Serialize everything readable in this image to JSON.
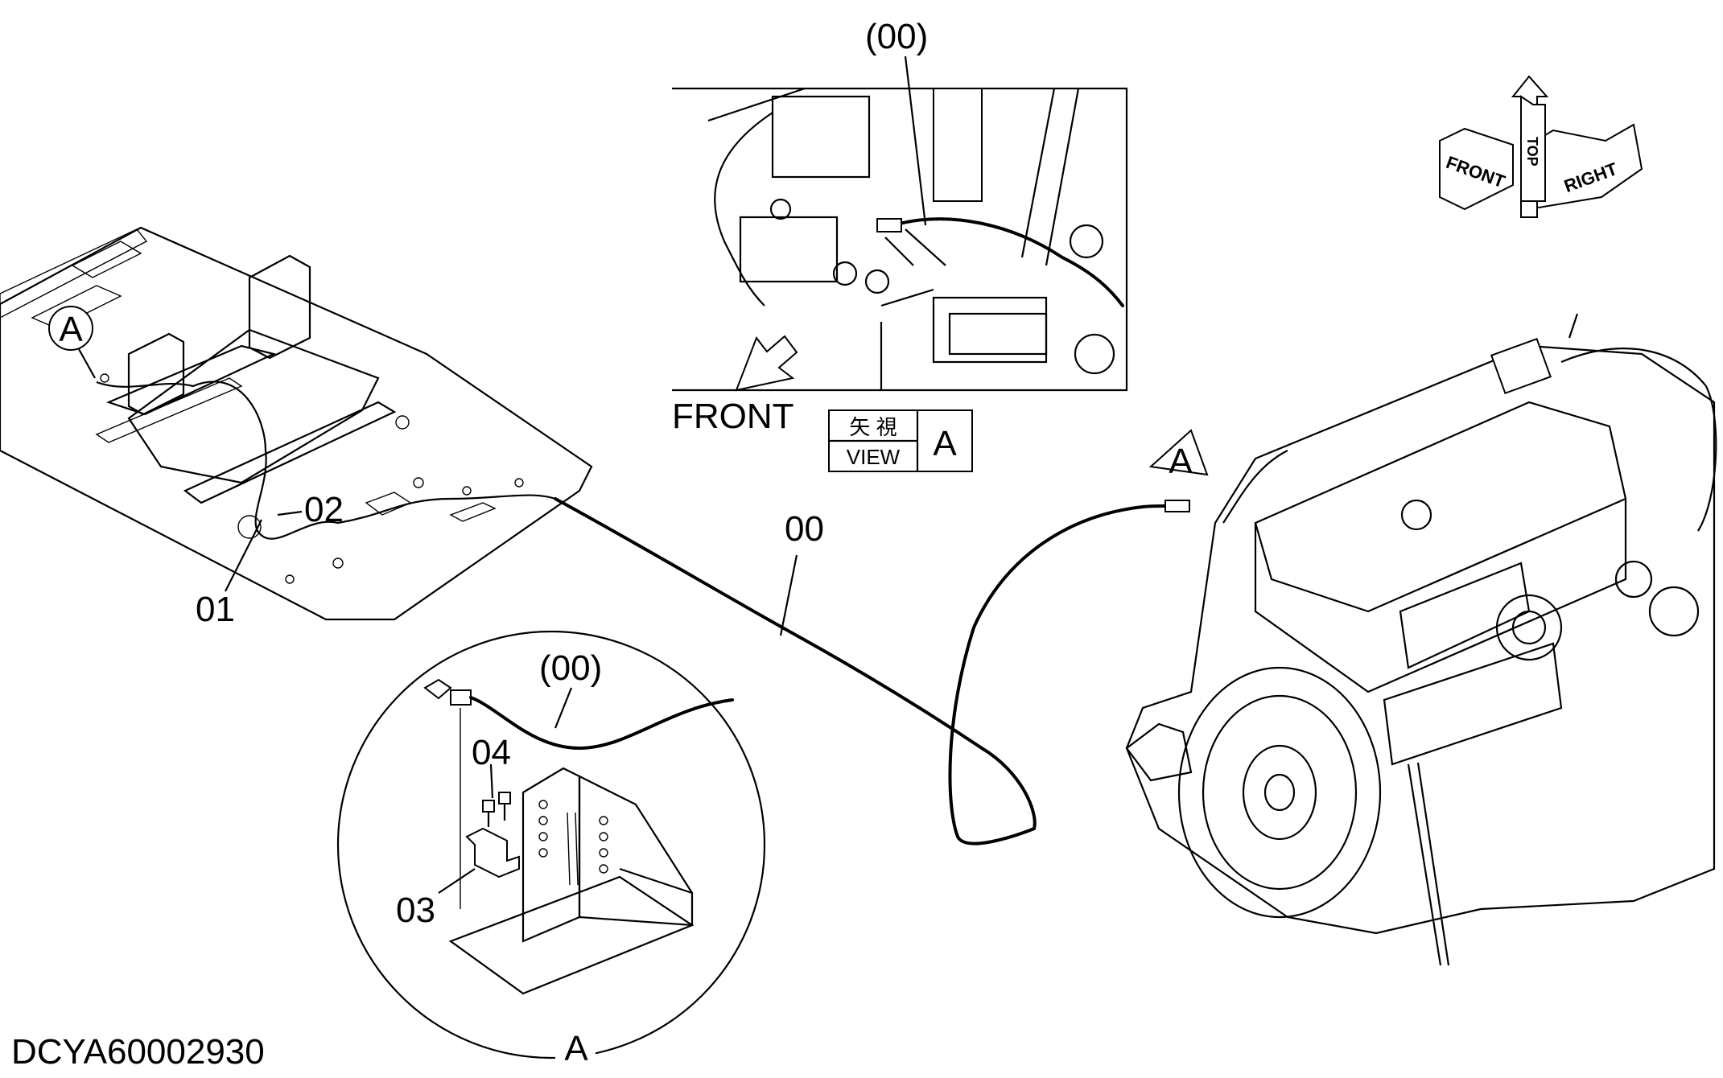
{
  "drawing_id": "DCYA60002930",
  "labels": {
    "top_callout": "(00)",
    "detail_callout": "(00)",
    "main_cable": "00",
    "part_01": "01",
    "part_02": "02",
    "part_03": "03",
    "part_04": "04",
    "view_marker_floor": "A",
    "view_marker_engine": "A",
    "detail_circle_marker": "A"
  },
  "front_arrow_label": "FRONT",
  "view_box": {
    "kanji": "矢 視",
    "english": "VIEW",
    "letter": "A"
  },
  "orientation_symbol": {
    "front": "FRONT",
    "top": "TOP",
    "right": "RIGHT"
  }
}
